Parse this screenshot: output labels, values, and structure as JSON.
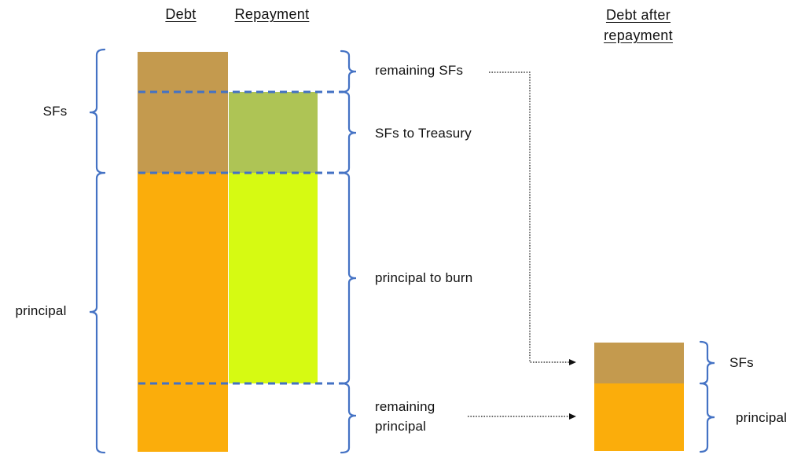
{
  "headers": {
    "debt": "Debt",
    "repayment": "Repayment",
    "after_line1": "Debt after",
    "after_line2": "repayment"
  },
  "left_labels": {
    "sfs": "SFs",
    "principal": "principal"
  },
  "segment_labels": {
    "remaining_sfs": "remaining SFs",
    "sfs_to_treasury": "SFs to Treasury",
    "principal_to_burn": "principal to burn",
    "remaining_principal_line1": "remaining",
    "remaining_principal_line2": "principal"
  },
  "after_labels": {
    "sfs": "SFs",
    "principal": "principal"
  },
  "colors": {
    "sfs": "#C49A4E",
    "principal": "#FBAD0B",
    "sfs_repaid": "#AEC455",
    "principal_repaid": "#D6FA12",
    "brace_blue": "#4472C4",
    "text": "#111111",
    "background": "#FFFFFF"
  },
  "chart_data": {
    "type": "bar",
    "layout": "stacked vertical bars, qualitative (no numeric axis)",
    "bars": [
      {
        "name": "Debt",
        "segments": [
          {
            "label": "SFs",
            "relative_height": 154,
            "color": "#C49A4E"
          },
          {
            "label": "principal",
            "relative_height": 355,
            "color": "#FBAD0B"
          }
        ]
      },
      {
        "name": "Repayment",
        "segments": [
          {
            "label": "SFs to Treasury",
            "relative_height": 103,
            "color": "#AEC455"
          },
          {
            "label": "principal to burn",
            "relative_height": 268,
            "color": "#D6FA12"
          }
        ]
      },
      {
        "name": "Debt after repayment",
        "segments": [
          {
            "label": "SFs",
            "relative_height": 52,
            "color": "#C49A4E"
          },
          {
            "label": "principal",
            "relative_height": 86,
            "color": "#FBAD0B"
          }
        ]
      }
    ],
    "annotations": [
      "remaining SFs",
      "SFs to Treasury",
      "principal to burn",
      "remaining principal"
    ],
    "notes": "Dashed blue lines mark segment boundaries; dotted arrows map remaining SFs and remaining principal into the Debt-after-repayment bar."
  }
}
